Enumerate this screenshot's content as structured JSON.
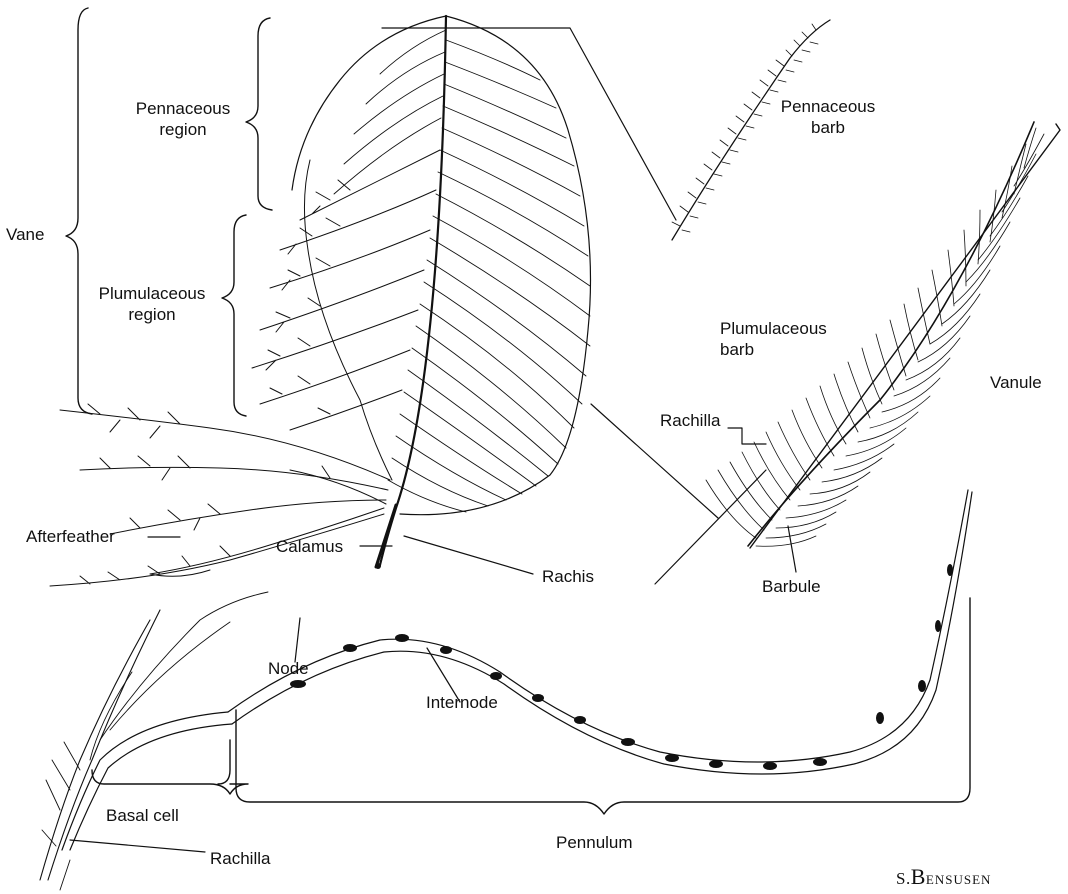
{
  "labels": {
    "vane": "Vane",
    "pennaceous_region_1": "Pennaceous",
    "pennaceous_region_2": "region",
    "plumulaceous_region_1": "Plumulaceous",
    "plumulaceous_region_2": "region",
    "afterfeather": "Afterfeather",
    "calamus": "Calamus",
    "rachis": "Rachis",
    "pennaceous_barb_1": "Pennaceous",
    "pennaceous_barb_2": "barb",
    "plumulaceous_barb_1": "Plumulaceous",
    "plumulaceous_barb_2": "barb",
    "vanule": "Vanule",
    "rachilla_upper": "Rachilla",
    "barbule": "Barbule",
    "node": "Node",
    "internode": "Internode",
    "basal_cell": "Basal cell",
    "pennulum": "Pennulum",
    "rachilla_lower": "Rachilla"
  },
  "signature": {
    "initial": "S.",
    "surname_cap": "B",
    "surname_rest": "ENSUSEN"
  }
}
